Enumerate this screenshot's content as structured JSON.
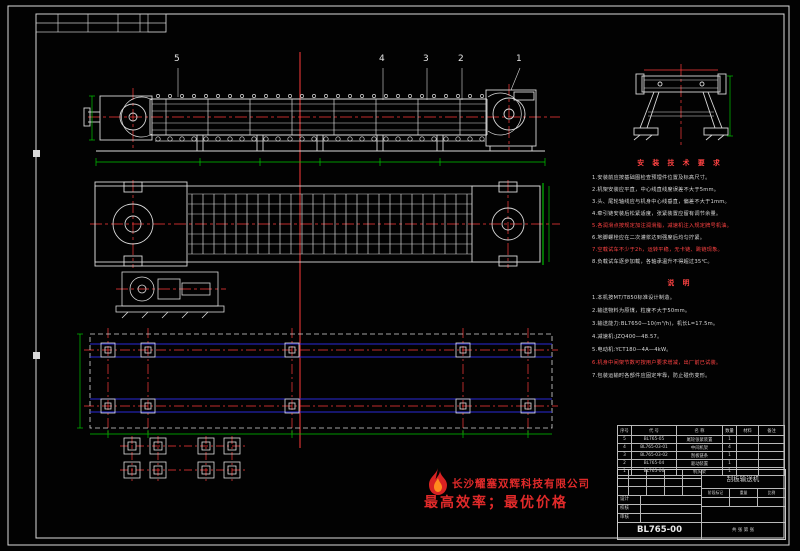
{
  "colors": {
    "background": "#020202",
    "line": "#d9d9d9",
    "accent_red": "#ff3b3b",
    "accent_green": "#00c800",
    "accent_blue": "#2b2bd6",
    "watermark_red": "#e02a2a"
  },
  "balloons": [
    "5",
    "4",
    "3",
    "2",
    "1"
  ],
  "tech": {
    "title": "安 装 技 术 要 求",
    "lines": [
      "1.安装前应按基础图检查预埋件位置及标高尺寸。",
      "2.机架安装应平直，中心线直线度误差不大于5mm。",
      "3.头、尾轮轴线应与机身中心线垂直，偏差不大于1mm。",
      "4.牵引链安装后松紧适度，张紧装置应留有调节余量。",
      "5.各润滑点按规定加注润滑脂，减速机注入规定牌号机油。",
      "6.地脚螺栓应在二次灌浆达到强度后均匀拧紧。",
      "7.空载试车不少于2h，运转平稳，无卡链、跳链现象。",
      "8.负载试车逐步加载，各轴承温升不得超过35℃。"
    ]
  },
  "notes": {
    "title": "说    明",
    "lines": [
      "1.本机按MT/T850标准设计制造。",
      "2.输送物料为原煤，粒度不大于50mm。",
      "3.输送能力:BL7650—10(m³/h)，机长L=17.5m。",
      "4.减速机:JZQ400—48.57。",
      "5.电动机:YCT180—4A—4kW。",
      "6.机身中间架节数可按用户要求增减，出厂前已试装。",
      "7.包装运输时各部件应固定牢靠，防止碰伤变形。"
    ]
  },
  "parts": {
    "headers": [
      "序号",
      "代  号",
      "名  称",
      "数量",
      "材料",
      "备注"
    ],
    "rows": [
      [
        "5",
        "BL765-05",
        "尾轮张紧装置",
        "1",
        "",
        ""
      ],
      [
        "4",
        "BL765-03-01",
        "中间机架",
        "4",
        "",
        ""
      ],
      [
        "3",
        "BL765-03-02",
        "刮板链条",
        "1",
        "",
        ""
      ],
      [
        "2",
        "BL765-04",
        "驱动装置",
        "1",
        "",
        ""
      ],
      [
        "1",
        "BL765-06",
        "机头架",
        "1",
        "",
        ""
      ]
    ]
  },
  "titleblock": {
    "name": "刮板输送机",
    "number": "BL765-00",
    "design": "设计",
    "check": "校核",
    "audit": "审核",
    "stage": "阶段标记",
    "weight": "重量",
    "scale": "比例",
    "sheet": "共 张 第 张"
  },
  "watermark": {
    "company": "长沙耀塞双辉科技有限公司",
    "slogan": "最高效率；最优价格"
  }
}
